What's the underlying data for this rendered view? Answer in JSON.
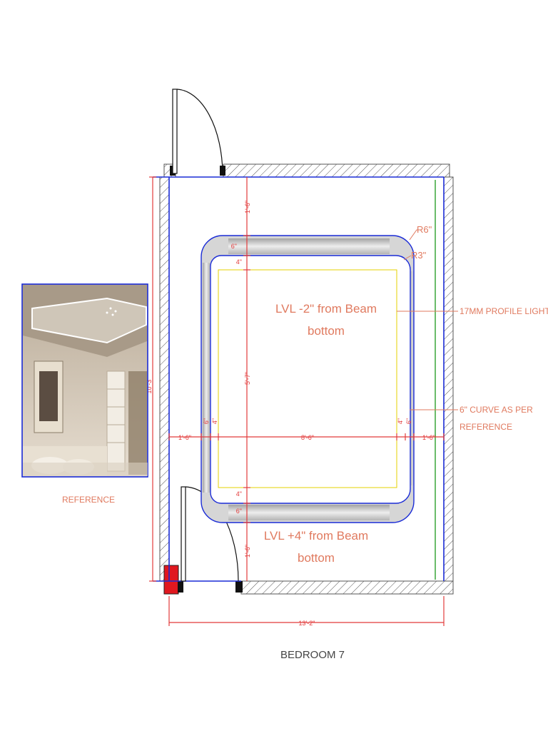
{
  "drawing": {
    "title": "BEDROOM 7",
    "reference_label": "REFERENCE",
    "colors": {
      "dimension": "#e23b3b",
      "annotation": "#e07a5f",
      "wall_line": "#1a2bd6",
      "profile_light": "#2ca02c",
      "inner_offset": "#e6d200",
      "cove": "#c9c9c9"
    }
  },
  "annotations": {
    "lvl_top_line1": "LVL -2\" from Beam",
    "lvl_top_line2": "bottom",
    "lvl_bottom_line1": "LVL +4\" from Beam",
    "lvl_bottom_line2": "bottom",
    "profile_light": "17MM PROFILE LIGHT",
    "curve_line1": "6\" CURVE AS PER",
    "curve_line2": "REFERENCE",
    "radius_outer": "R6\"",
    "radius_inner": "R3\""
  },
  "dimensions": {
    "overall_width": "13'-2\"",
    "overall_height": "10'-3\"",
    "top_gap": "1'-6\"",
    "bottom_gap": "1'-6\"",
    "left_gap": "1'-6\"",
    "right_gap": "1'-6\"",
    "inner_width": "8'-6\"",
    "inner_height": "5'-7\"",
    "cove_6": "6\"",
    "cove_4": "4\""
  }
}
